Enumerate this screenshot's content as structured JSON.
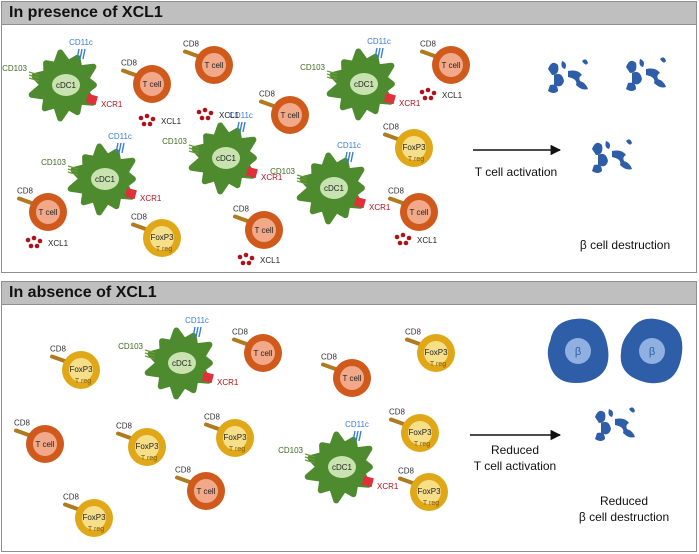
{
  "panels": [
    {
      "title": "In presence of XCL1",
      "arrow_label_1": "T cell activation",
      "arrow_label_2": "",
      "outcome_1": "β cell destruction",
      "outcome_2": ""
    },
    {
      "title": "In absence of XCL1",
      "arrow_label_1": "Reduced",
      "arrow_label_2": "T cell activation",
      "outcome_1": "Reduced",
      "outcome_2": "β cell destruction"
    }
  ],
  "labels": {
    "cdc1": "cDC1",
    "cd11c": "CD11c",
    "cd103": "CD103",
    "xcr1": "XCR1",
    "cd8": "CD8",
    "tcell": "T cell",
    "xcl1": "XCL1",
    "foxp3": "FoxP3",
    "treg": "T reg",
    "beta": "β"
  },
  "colors": {
    "dc": "#4e8a2e",
    "dc_nucleus": "#c8e2b0",
    "tcell": "#cf5a1b",
    "tcell_inner": "#f2a989",
    "treg": "#e0a818",
    "treg_inner": "#f7df8a",
    "beta": "#2f5ea8",
    "beta_nucleus": "#8fb0e0",
    "xcl1": "#b0101a",
    "xcr1": "#e0303a",
    "cd11c": "#3a7fd0",
    "cd103": "#6a9a3a",
    "cd8": "#b07a20"
  }
}
